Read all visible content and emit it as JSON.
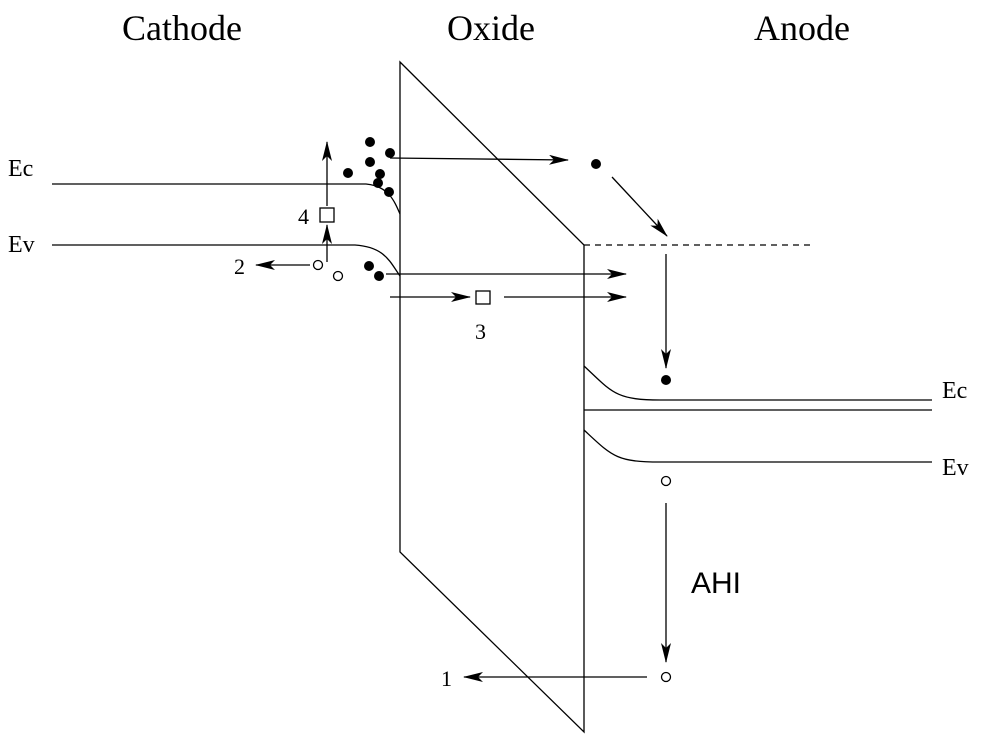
{
  "regions": {
    "cathode": "Cathode",
    "oxide": "Oxide",
    "anode": "Anode"
  },
  "bands": {
    "cathode_ec": "Ec",
    "cathode_ev": "Ev",
    "anode_ec": "Ec",
    "anode_ev": "Ev"
  },
  "process_labels": {
    "one": "1",
    "two": "2",
    "three": "3",
    "four": "4",
    "ahi": "AHI"
  },
  "legend_symbols": {
    "electron": "filled-circle",
    "hole": "open-circle",
    "trap": "open-square"
  }
}
